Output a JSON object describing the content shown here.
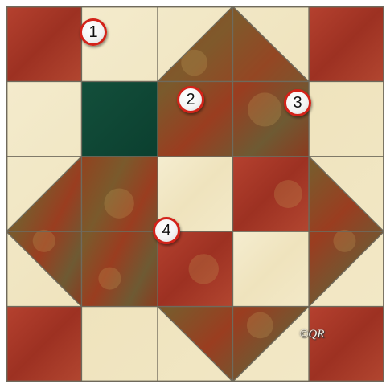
{
  "block": {
    "colors": {
      "cream": "#f1e7c4",
      "red": "#a83a2a",
      "green": "#0f4a37",
      "print": "#8a3e22",
      "seam": "#6f6a5c"
    },
    "markers": [
      "1",
      "2",
      "3",
      "4"
    ],
    "watermark": "©QR"
  }
}
